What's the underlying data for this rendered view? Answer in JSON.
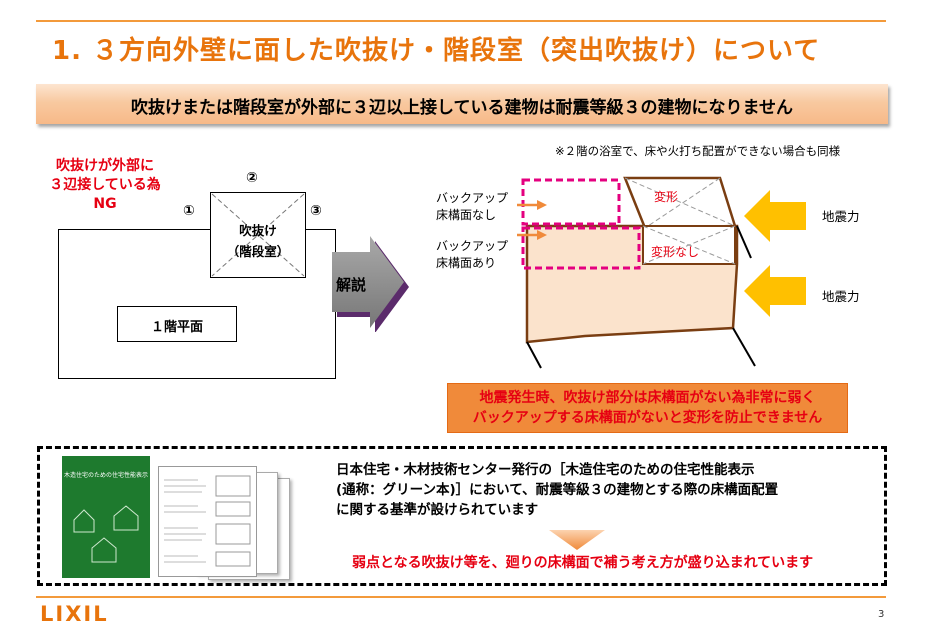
{
  "title": "1. ３方向外壁に面した吹抜け・階段室（突出吹抜け）について",
  "banner": "吹抜けまたは階段室が外部に３辺以上接している建物は耐震等級３の建物になりません",
  "note": "※２階の浴室で、床や火打ち配置ができない場合も同様",
  "left_diagram": {
    "ng_label_line1": "吹抜けが外部に",
    "ng_label_line2": "３辺接している為",
    "ng_label_line3": "NG",
    "side_1": "①",
    "side_2": "②",
    "side_3": "③",
    "void_line1": "吹抜け",
    "void_line2": "（階段室）",
    "floor_label": "１階平面"
  },
  "arrow_label": "解説",
  "right_diagram": {
    "backup_none_line1": "バックアップ",
    "backup_none_line2": "床構面なし",
    "backup_yes_line1": "バックアップ",
    "backup_yes_line2": "床構面あり",
    "deform": "変形",
    "no_deform": "変形なし",
    "force_top": "地震力",
    "force_bottom": "地震力"
  },
  "warning_line1": "地震発生時、吹抜け部分は床構面がない為非常に弱く",
  "warning_line2": "バックアップする床構面がないと変形を防止できません",
  "info_line1": "日本住宅・木材技術センター発行の［木造住宅のための住宅性能表示",
  "info_line2": "(通称：グリーン本)］において、耐震等級３の建物とする際の床構面配置",
  "info_line3": "に関する基準が設けられています",
  "conclusion": "弱点となる吹抜け等を、廻りの床構面で補う考え方が盛り込まれています",
  "book_title": "木造住宅のための住宅性能表示",
  "logo": "LIXIL",
  "page_number": "3",
  "colors": {
    "accent": "#e8740c",
    "red": "#e60012",
    "magenta": "#e4007f",
    "beige": "#fbe3cc",
    "brown": "#7a3e12",
    "yellow": "#ffc000",
    "green_book": "#1e7a2e"
  }
}
